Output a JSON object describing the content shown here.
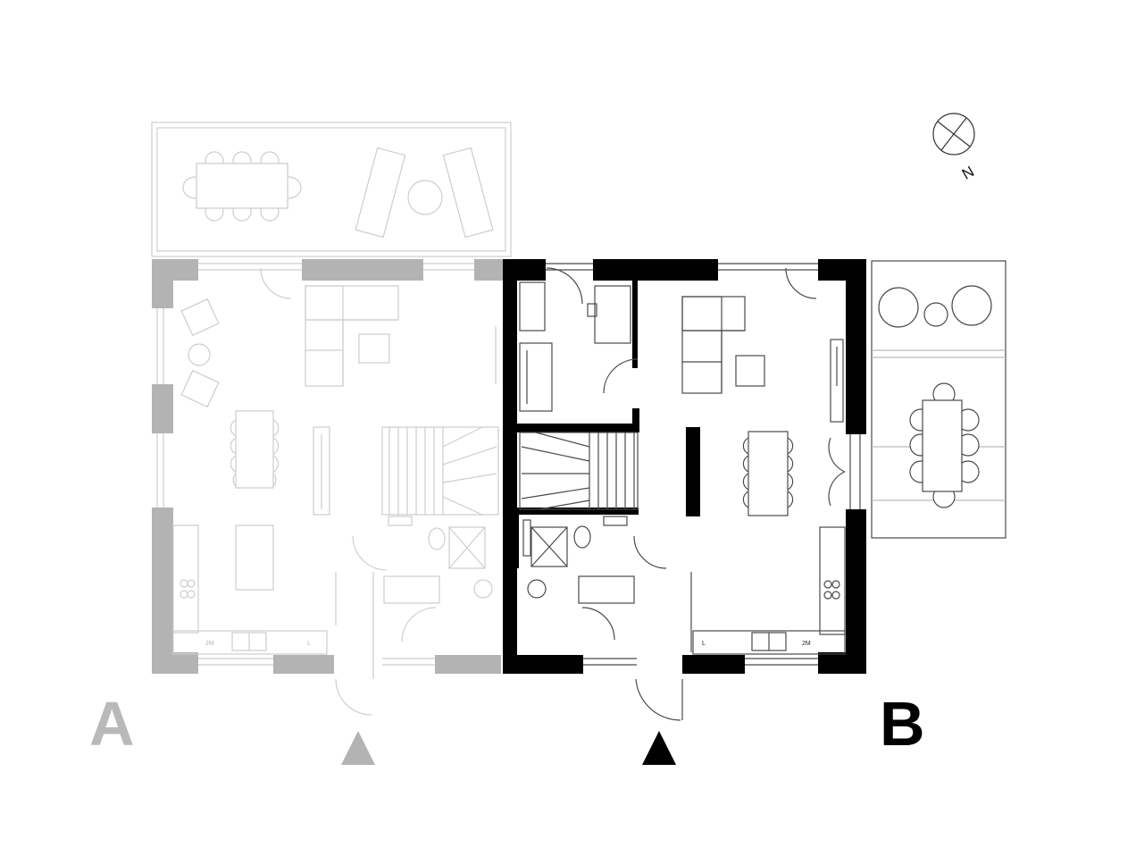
{
  "units": {
    "a": "A",
    "b": "B"
  },
  "north": "N",
  "appliance_labels": {
    "a_left": "2M",
    "a_right": "L",
    "b_left": "L",
    "b_right": "2M"
  },
  "colors": {
    "unit_a": "#b3b3b3",
    "unit_a_line": "#cfcfcf",
    "unit_b": "#000000",
    "unit_b_line": "#555555",
    "background": "#ffffff"
  }
}
